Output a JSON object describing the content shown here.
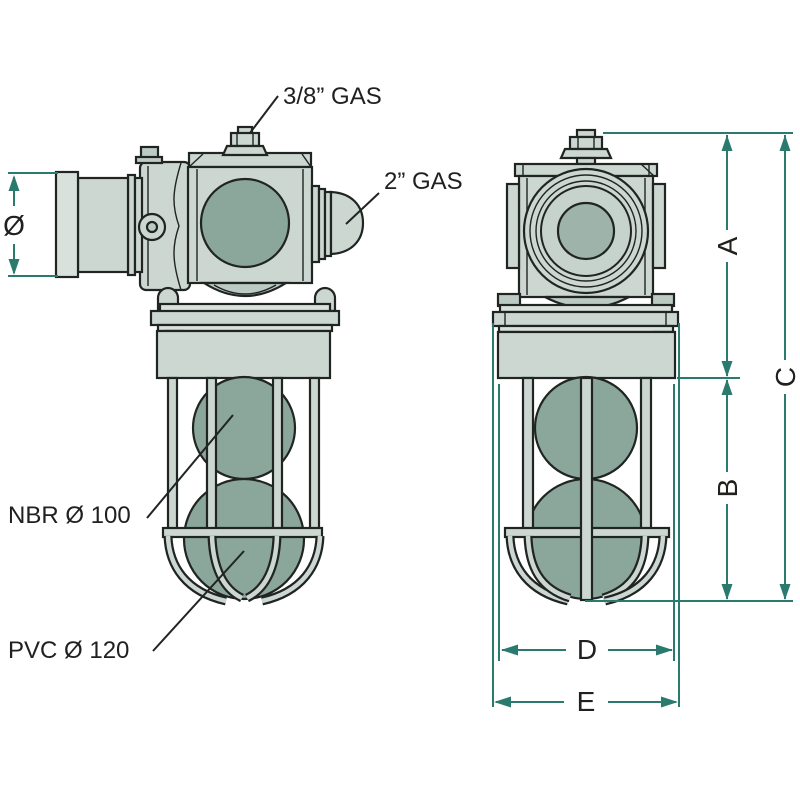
{
  "callouts": {
    "gas_38": "3/8” GAS",
    "gas_2": "2” GAS",
    "nbr": "NBR Ø 100",
    "pvc": "PVC Ø 120",
    "diameter": "Ø"
  },
  "dimensions": {
    "a": "A",
    "b": "B",
    "c": "C",
    "d": "D",
    "e": "E"
  },
  "colors": {
    "outline": "#202423",
    "body": "#ccd7d1",
    "body_light": "#d9e1dc",
    "body_shade": "#bccac4",
    "globe": "#8ba69b",
    "dimension_line": "#2a7a6e",
    "label_text": "#22201f",
    "background": "#ffffff"
  }
}
